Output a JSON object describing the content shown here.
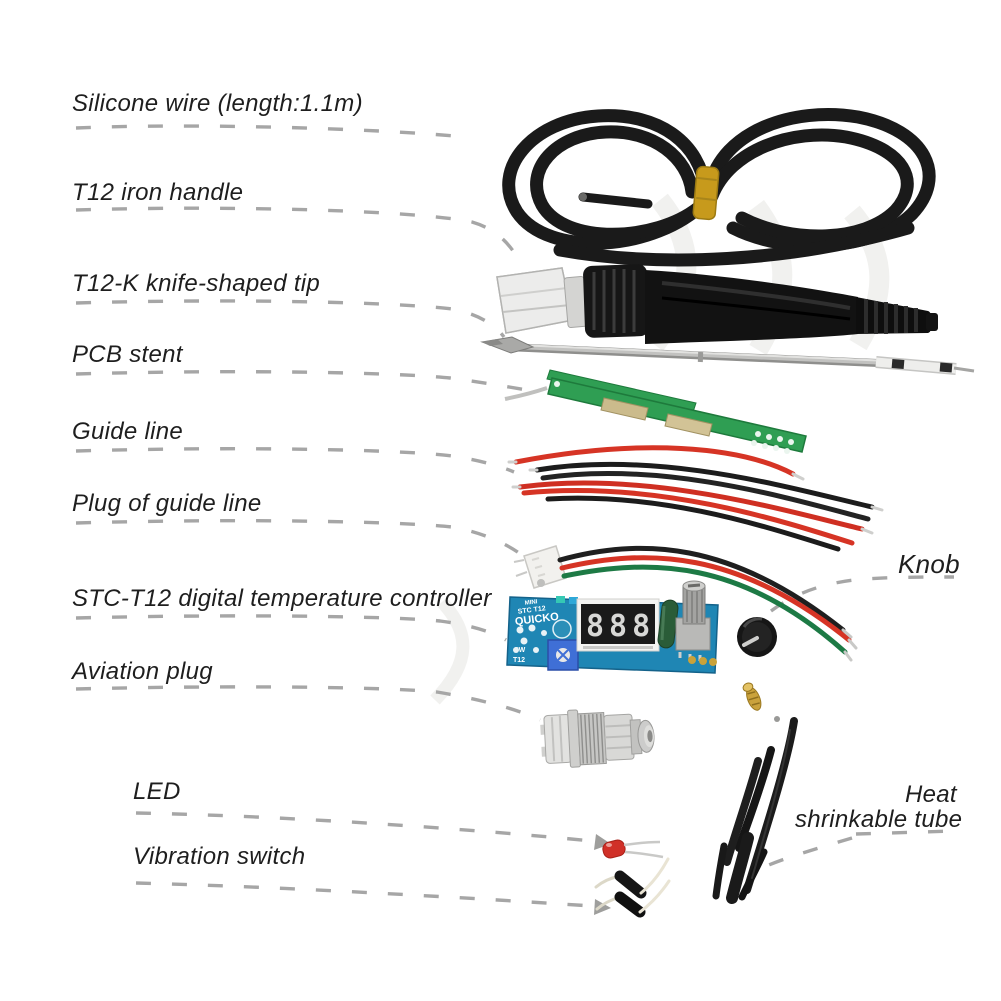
{
  "labels": {
    "silicone_wire": "Silicone wire (length:1.1m)",
    "iron_handle": "T12 iron handle",
    "knife_tip": "T12-K knife-shaped tip",
    "pcb_stent": "PCB stent",
    "guide_line": "Guide line",
    "guide_plug": "Plug of guide line",
    "controller": "STC-T12 digital temperature controller",
    "aviation_plug": "Aviation plug",
    "led": "LED",
    "vibration_switch": "Vibration switch",
    "knob": "Knob",
    "heat_tube_line1": "Heat",
    "heat_tube_line2": "shrinkable tube"
  },
  "pcb": {
    "silkscreen_line1": "MINI",
    "silkscreen_line2": "STC T12",
    "silkscreen_line3": "QUICKO",
    "silkscreen_sw": "SW",
    "silkscreen_model": "T12",
    "display_value": "888"
  },
  "colors": {
    "background": "#ffffff",
    "label_text": "#1e1e1e",
    "leader_dash": "#a6a6a6",
    "pcb_blue": "#1f86b4",
    "pcb_green": "#2f9e53",
    "wire_red": "#d63425",
    "wire_green": "#1d7a45",
    "wire_black": "#1c1c1c",
    "cable_black": "#1a1a1a",
    "tie_yellow": "#c79a1c",
    "metal_silver": "#c9c9c7",
    "led_red": "#d03028"
  }
}
